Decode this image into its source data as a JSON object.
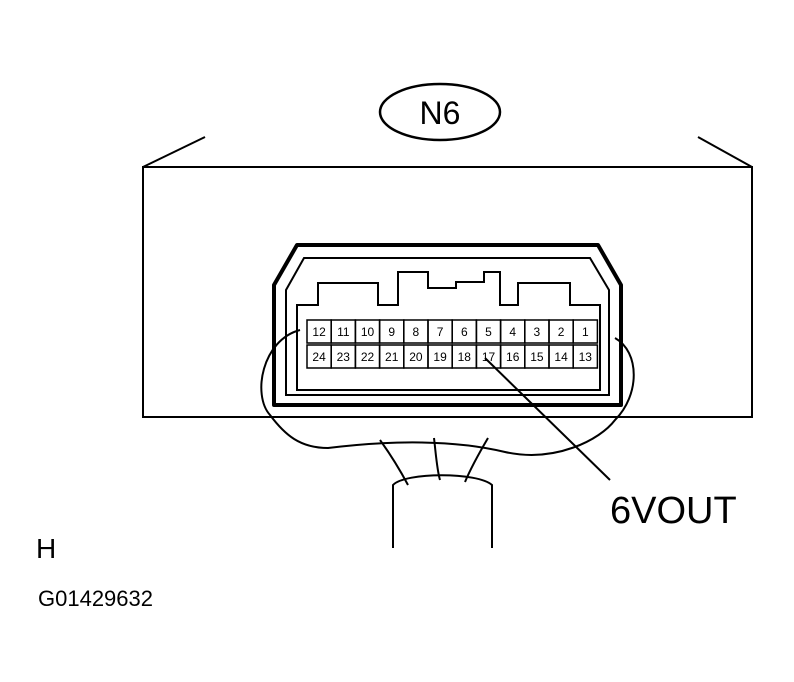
{
  "connector": {
    "label": "N6",
    "pins_top": [
      "12",
      "11",
      "10",
      "9",
      "8",
      "7",
      "6",
      "5",
      "4",
      "3",
      "2",
      "1"
    ],
    "pins_bottom": [
      "24",
      "23",
      "22",
      "21",
      "20",
      "19",
      "18",
      "17",
      "16",
      "15",
      "14",
      "13"
    ]
  },
  "callout": {
    "label": "6VOUT"
  },
  "side_letter": "H",
  "figure_id": "G01429632",
  "colors": {
    "line": "#000000",
    "background": "#ffffff"
  }
}
